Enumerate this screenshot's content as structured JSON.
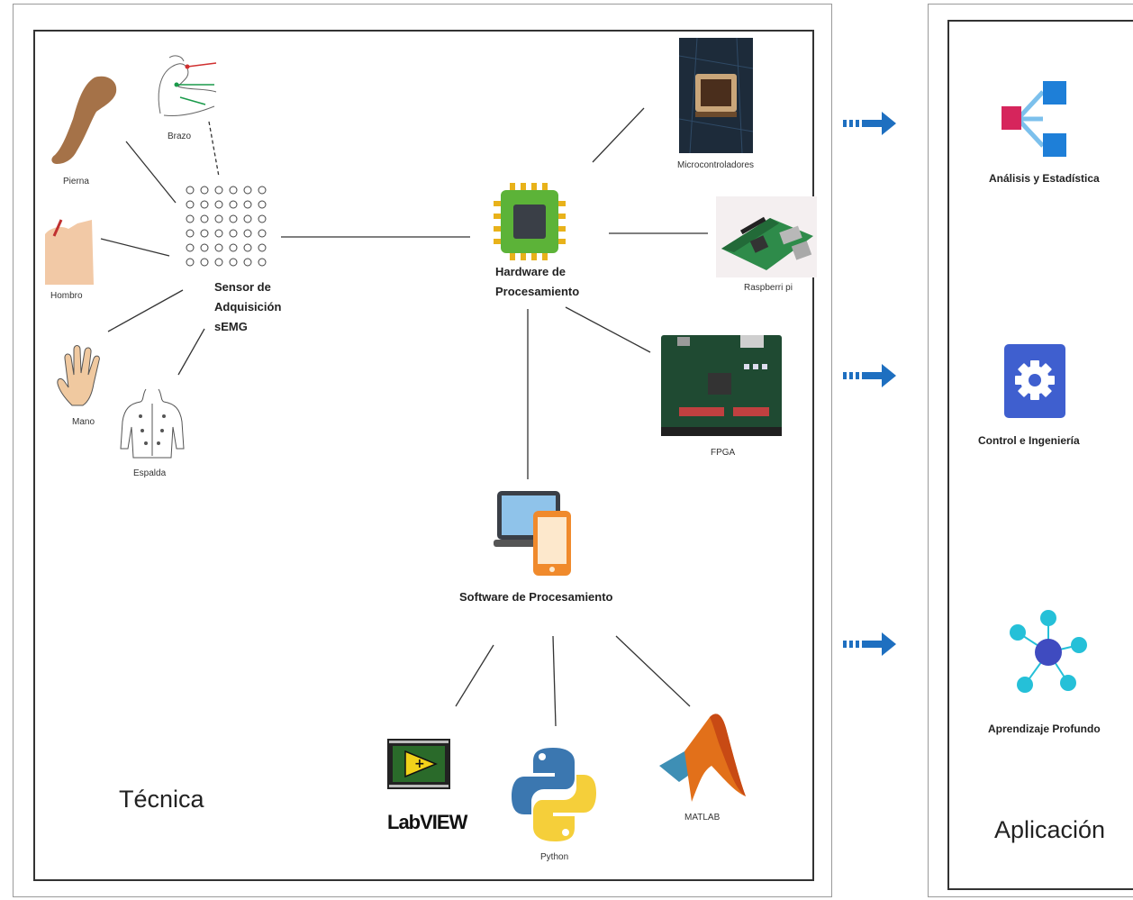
{
  "tecnica": {
    "title": "Técnica",
    "body_parts": {
      "pierna": "Pierna",
      "brazo": "Brazo",
      "hombro": "Hombro",
      "mano": "Mano",
      "espalda": "Espalda"
    },
    "sensor": {
      "line1": "Sensor de",
      "line2": "Adquisición",
      "line3": "sEMG"
    },
    "hardware": {
      "line1": "Hardware de",
      "line2": "Procesamiento"
    },
    "hardware_devices": {
      "micro": "Microcontroladores",
      "raspberry": "Raspberri pi",
      "fpga": "FPGA"
    },
    "software": {
      "label": "Software de Procesamiento"
    },
    "software_tools": {
      "labview": "LabVIEW",
      "python": "Python",
      "matlab": "MATLAB"
    }
  },
  "aplicacion": {
    "title": "Aplicación",
    "items": [
      {
        "label": "Análisis y Estadística",
        "icon": "hierarchy-icon"
      },
      {
        "label": "Control e Ingeniería",
        "icon": "gear-icon"
      },
      {
        "label": "Aprendizaje Profundo",
        "icon": "network-icon"
      }
    ]
  },
  "colors": {
    "arrow": "#1e6fc0",
    "chip_green": "#5cb338",
    "gear_blue": "#3f5fcf",
    "node_cyan": "#25c0d8"
  }
}
